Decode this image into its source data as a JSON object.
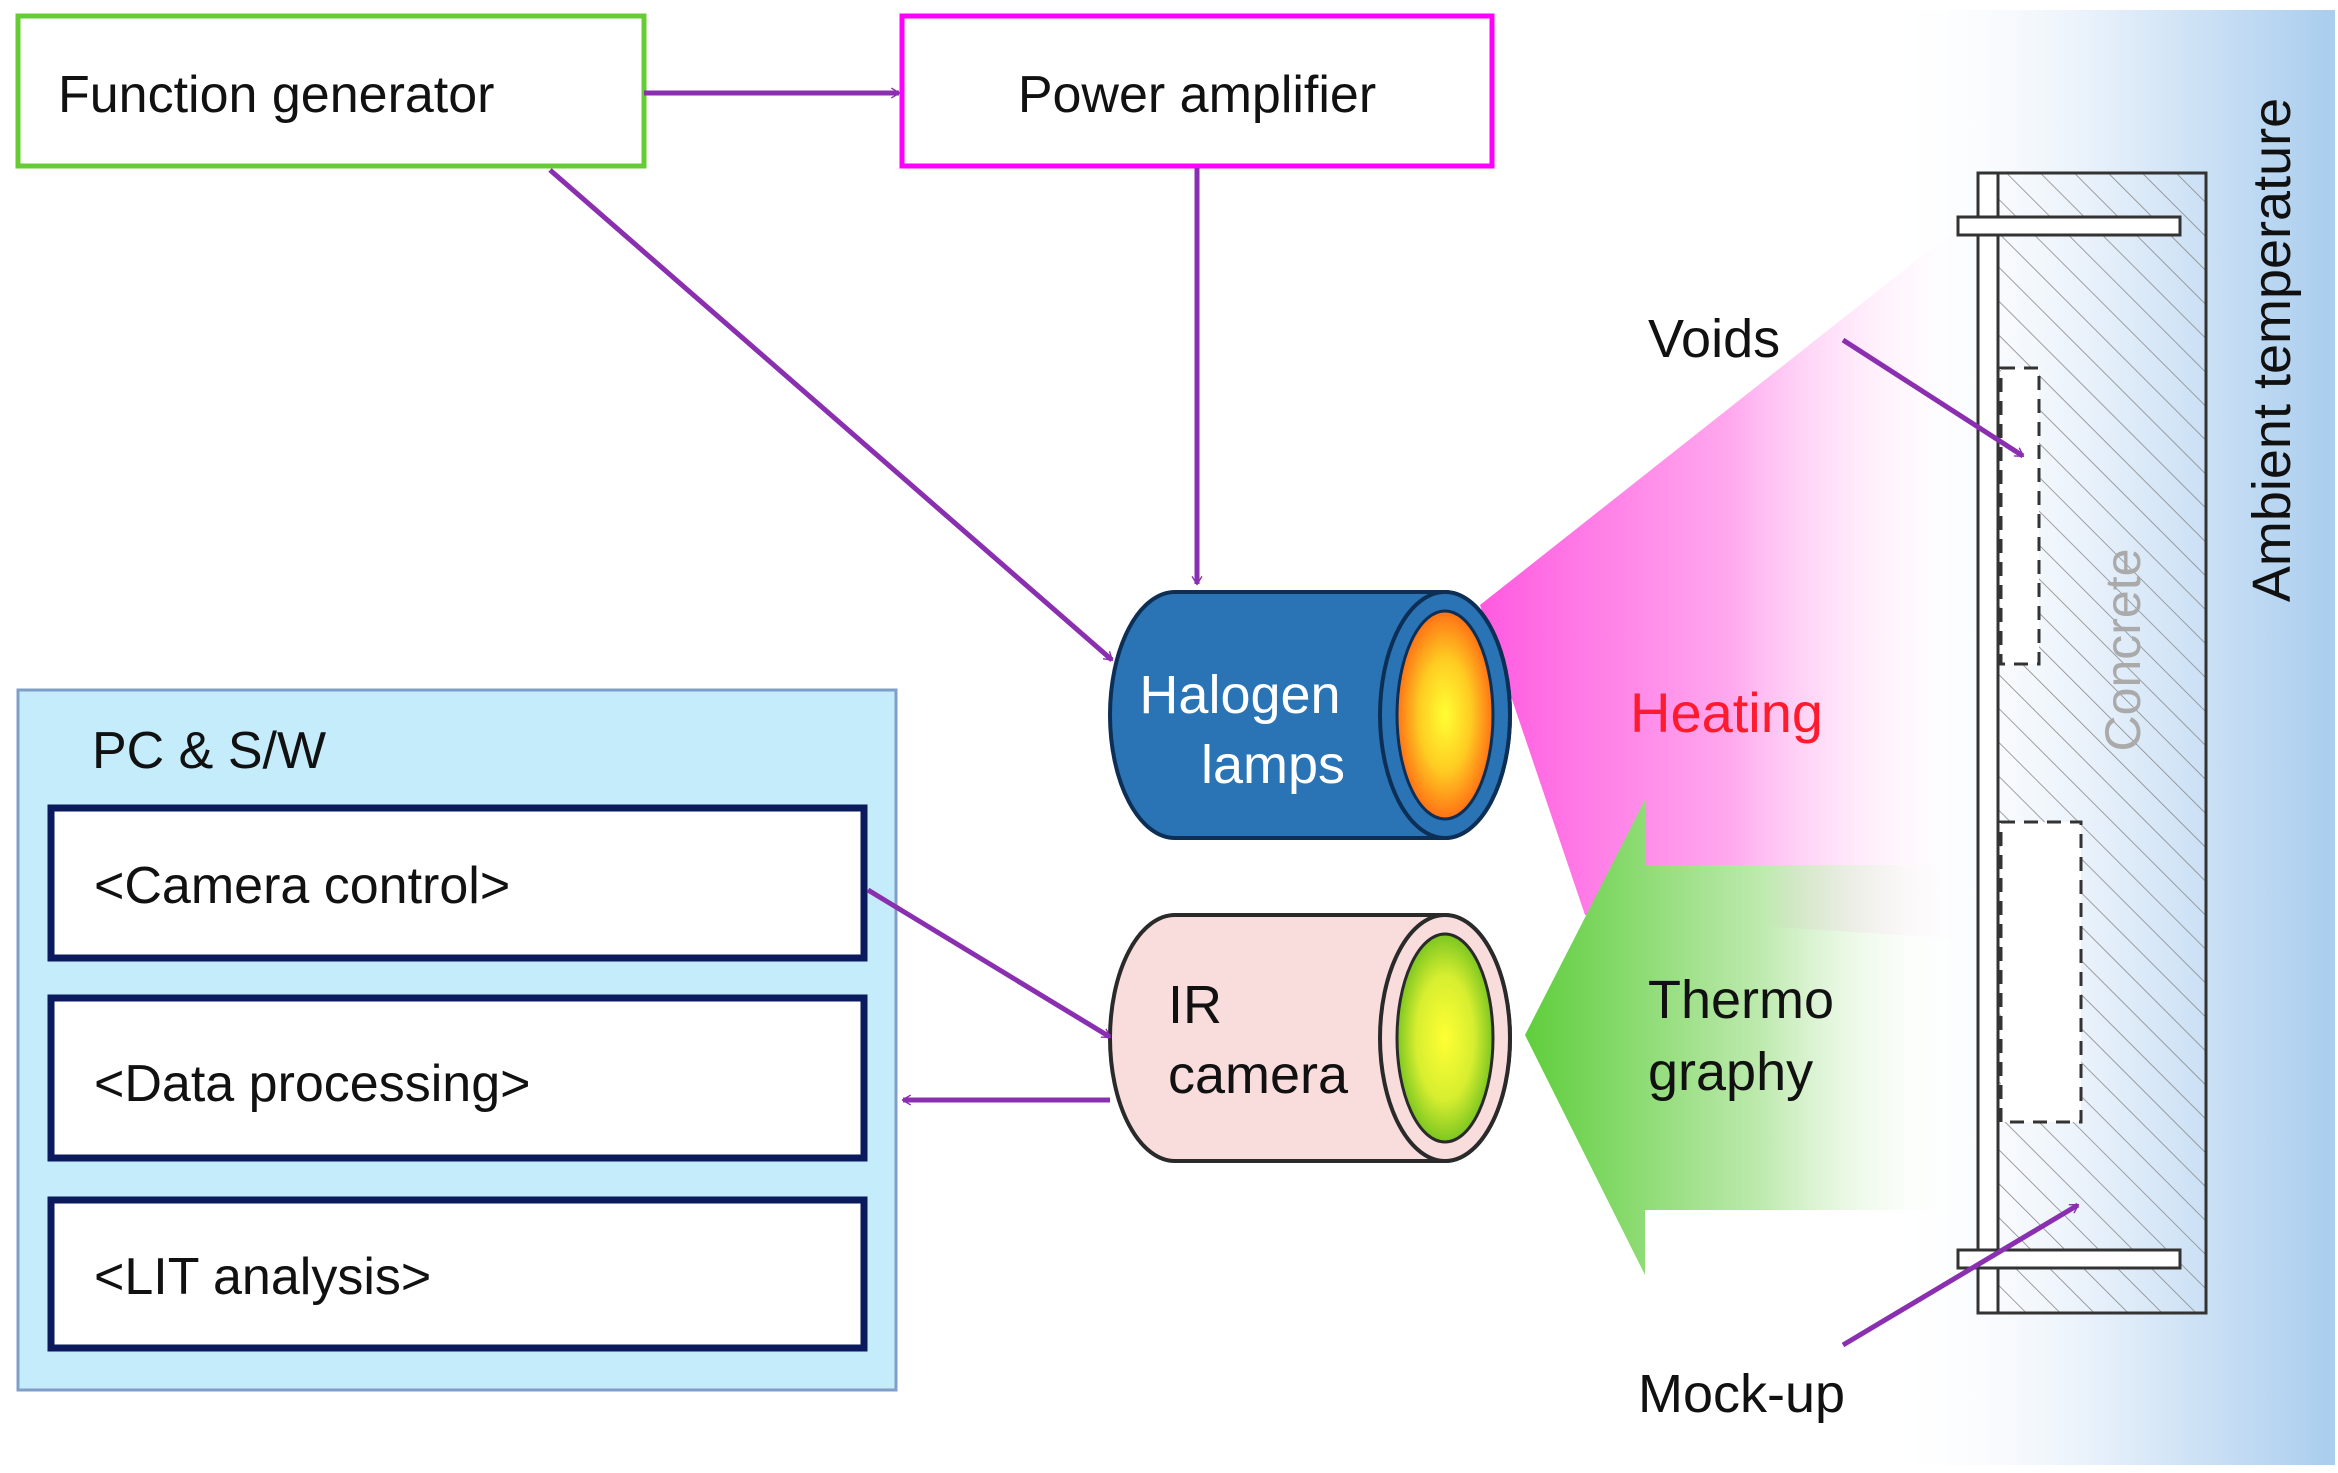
{
  "boxes": {
    "function_generator": "Function generator",
    "power_amplifier": "Power amplifier",
    "pc_sw": {
      "title": "PC & S/W",
      "items": [
        "<Camera control>",
        "<Data processing>",
        "<LIT analysis>"
      ]
    }
  },
  "devices": {
    "halogen": [
      "Halogen",
      "lamps"
    ],
    "ir_camera": [
      "IR",
      "camera"
    ]
  },
  "labels": {
    "heating": "Heating",
    "thermography": [
      "Thermo",
      "graphy"
    ],
    "voids": "Voids",
    "concrete": "Concrete",
    "mock_up": "Mock-up",
    "ambient": "Ambient temperature"
  },
  "colors": {
    "function_generator_border": "#66cc33",
    "power_amplifier_border": "#ff00ff",
    "arrow": "#8a2fb0",
    "pc_panel_fill": "#c4ecfb",
    "pc_panel_border": "#7f9fc9",
    "pc_item_border": "#0a1a5c",
    "halogen_body": "#2a74b5",
    "ir_body": "#f9dddd",
    "heating_text": "#ff1a2e"
  }
}
